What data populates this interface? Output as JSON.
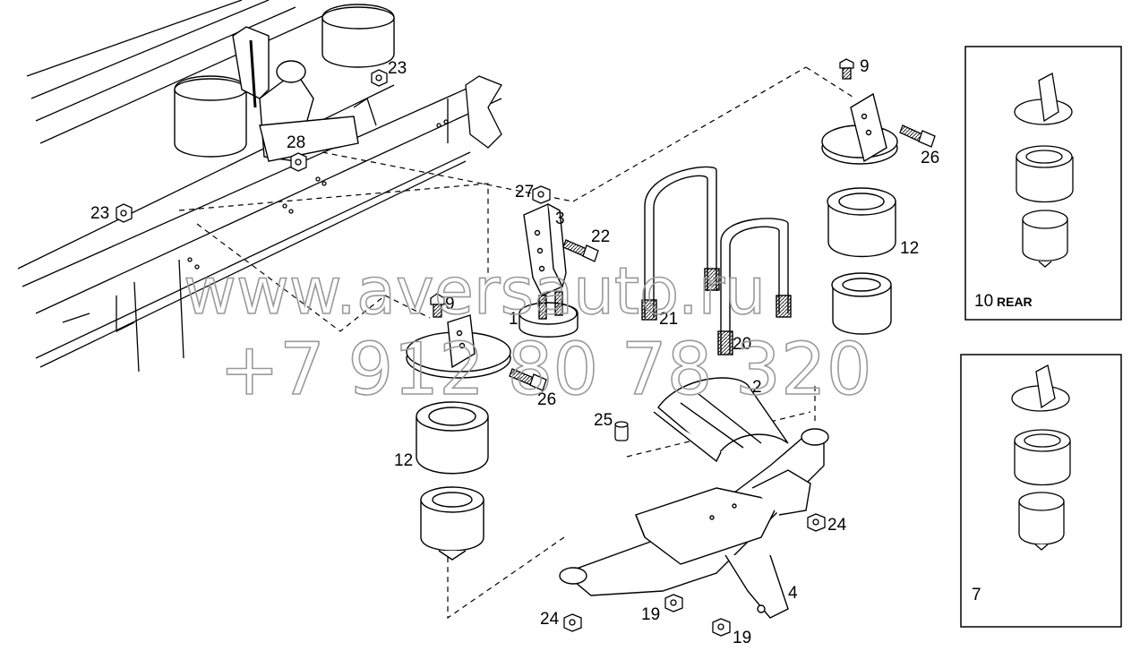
{
  "callouts": {
    "c23a": "23",
    "c23b": "23",
    "c28": "28",
    "c27": "27",
    "c3": "3",
    "c22": "22",
    "c9a": "9",
    "c9b": "9",
    "c1": "1",
    "c26a": "26",
    "c26b": "26",
    "c21": "21",
    "c20": "20",
    "c2": "2",
    "c12a": "12",
    "c12b": "12",
    "c25": "25",
    "c24a": "24",
    "c24b": "24",
    "c19a": "19",
    "c19b": "19",
    "c4": "4"
  },
  "insets": {
    "rear": {
      "number": "10",
      "text": "REAR"
    },
    "front": {
      "number": "7"
    }
  },
  "watermark": {
    "site": "www.aversauto.ru",
    "phone": "+7 912 80 78 320"
  }
}
